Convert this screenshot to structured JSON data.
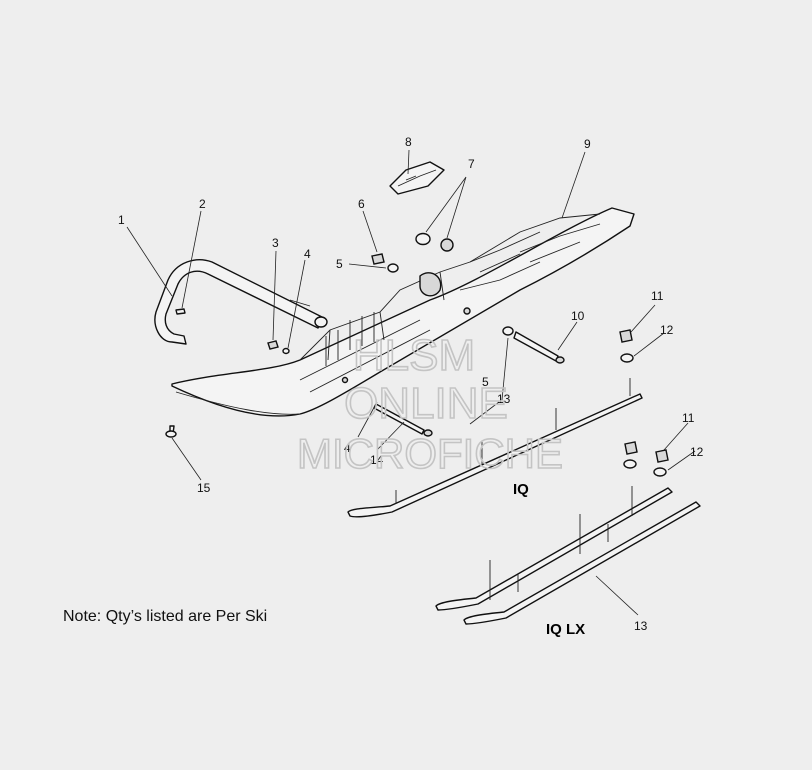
{
  "diagram": {
    "part_labels": {
      "p1": "1",
      "p2": "2",
      "p3": "3",
      "p4a": "4",
      "p4b": "4",
      "p5a": "5",
      "p5b": "5",
      "p6": "6",
      "p7": "7",
      "p8": "8",
      "p9": "9",
      "p10": "10",
      "p11a": "11",
      "p11b": "11",
      "p12a": "12",
      "p12b": "12",
      "p13a": "13",
      "p13b": "13",
      "p14": "14",
      "p15": "15"
    },
    "model_labels": {
      "iq": "IQ",
      "iq_lx": "IQ LX"
    },
    "note": "Note: Qty’s listed are Per Ski",
    "watermark": {
      "line1": "HLSM",
      "line2": "ONLINE",
      "line3": "MICROFICHE"
    }
  }
}
